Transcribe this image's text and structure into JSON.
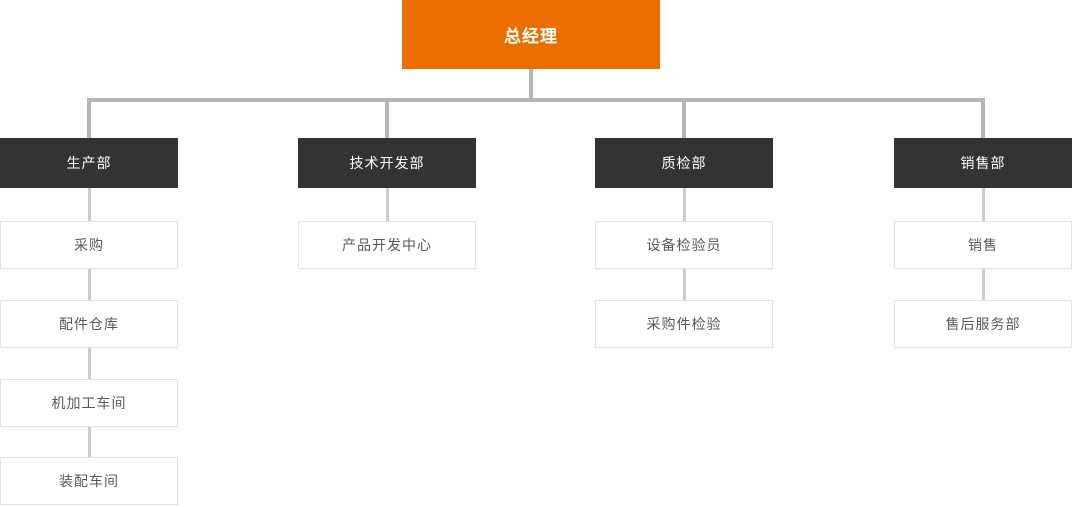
{
  "chart": {
    "type": "org-chart",
    "root": {
      "label": "总经理"
    },
    "departments": [
      {
        "label": "生产部",
        "children": [
          "采购",
          "配件仓库",
          "机加工车间",
          "装配车间"
        ]
      },
      {
        "label": "技术开发部",
        "children": [
          "产品开发中心"
        ]
      },
      {
        "label": "质检部",
        "children": [
          "设备检验员",
          "采购件检验"
        ]
      },
      {
        "label": "销售部",
        "children": [
          "销售",
          "售后服务部"
        ]
      }
    ]
  },
  "colors": {
    "accent": "#EC6E00",
    "dept_bg": "#333333",
    "trunk": "#b5b5b5",
    "branch": "#cccccc",
    "child_border": "#e3e3e3",
    "child_text": "#595959"
  }
}
